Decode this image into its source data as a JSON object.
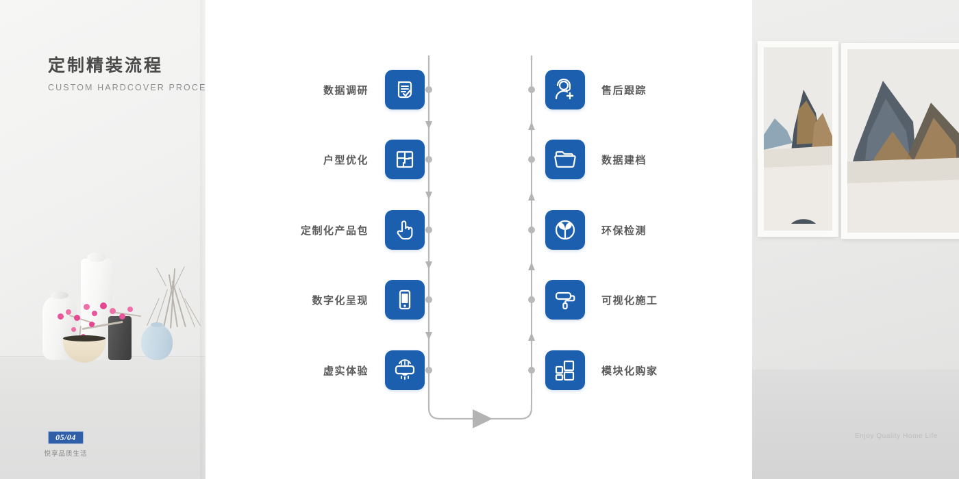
{
  "header": {
    "title_cn": "定制精装流程",
    "title_en": "CUSTOM HARDCOVER PROCESS"
  },
  "badge": {
    "number": "05/04",
    "tagline": "悦享品质生活"
  },
  "watermark": "Enjoy Quality Home Life",
  "theme": {
    "tile_blue": "#1b5fae",
    "badge_blue": "#2f5fa8",
    "connector_gray": "#b9b9b9",
    "label_gray": "#5a5a5a",
    "title_gray": "#4a4a4a",
    "subtitle_gray": "#8d8d8d"
  },
  "flow": {
    "left_column": [
      {
        "label": "数据调研",
        "icon": "document-check-icon"
      },
      {
        "label": "户型优化",
        "icon": "floor-plan-icon"
      },
      {
        "label": "定制化产品包",
        "icon": "pointing-hand-icon"
      },
      {
        "label": "数字化呈现",
        "icon": "mobile-phone-icon"
      },
      {
        "label": "虚实体验",
        "icon": "vr-headset-icon"
      }
    ],
    "right_column": [
      {
        "label": "售后跟踪",
        "icon": "customer-service-add-icon"
      },
      {
        "label": "数据建档",
        "icon": "folder-icon"
      },
      {
        "label": "环保检测",
        "icon": "eco-leaf-circle-icon"
      },
      {
        "label": "可视化施工",
        "icon": "paint-roller-icon"
      },
      {
        "label": "模块化购家",
        "icon": "modular-grid-icon"
      }
    ],
    "direction": "down-then-u-turn-then-up",
    "arrow_count_left": 4,
    "arrow_count_right": 4,
    "bottom_arrow": "right-triangle-arrow"
  },
  "artwork": {
    "frame_left": "abstract-mountain-painting",
    "frame_right": "abstract-mountain-painting"
  }
}
